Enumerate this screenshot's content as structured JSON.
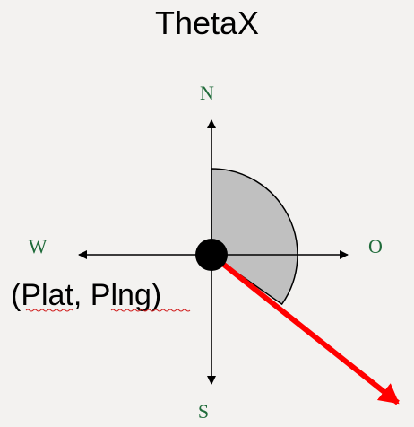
{
  "title": "ThetaX",
  "directions": {
    "north": "N",
    "south": "S",
    "west": "W",
    "east": "O"
  },
  "origin_label": "(Plat, Plng)",
  "colors": {
    "background": "#f3f2f0",
    "direction_label": "#1f6b3a",
    "angle_sector_fill": "#c0c0c0",
    "heading_arrow": "#ff0000",
    "axes": "#000000",
    "spellcheck_underline": "#d02020"
  }
}
